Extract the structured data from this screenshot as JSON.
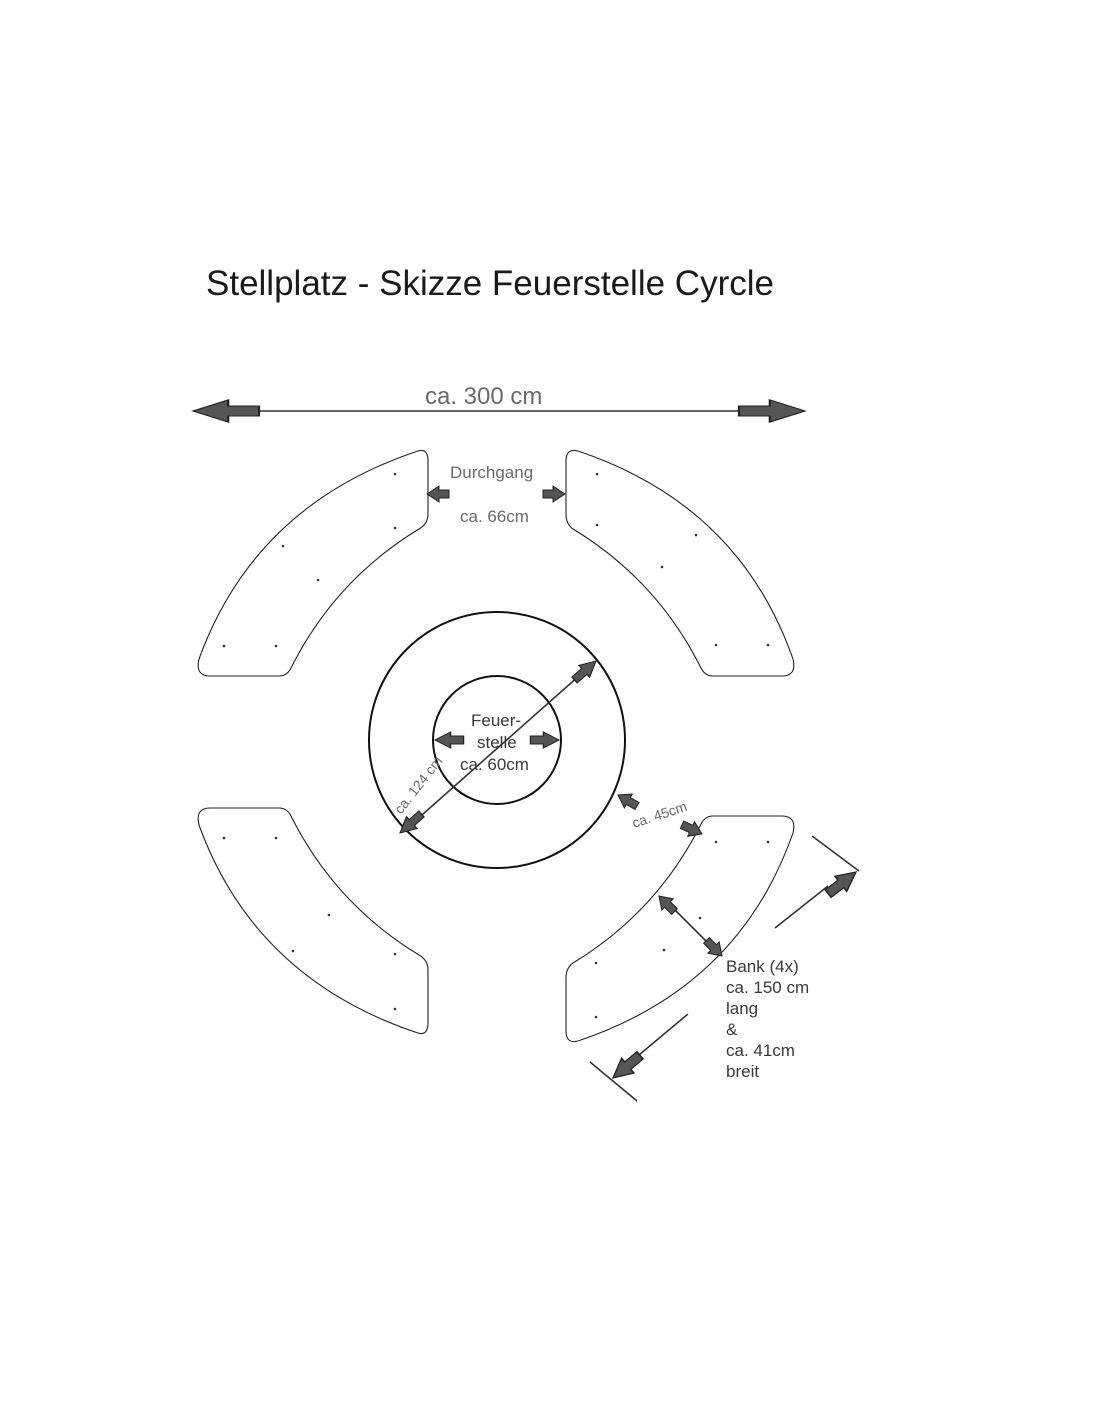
{
  "title": "Stellplatz - Skizze Feuerstelle Cyrcle",
  "labels": {
    "width": "ca. 300 cm",
    "passage_title": "Durchgang",
    "passage_size": "ca. 66cm",
    "fire_line1": "Feuer-",
    "fire_line2": "stelle",
    "fire_line3": "ca. 60cm",
    "outer_ring": "ca. 124 cm",
    "gap": "ca. 45cm",
    "bench_line1": "Bank (4x)",
    "bench_line2": "ca. 150 cm",
    "bench_line3": "lang",
    "bench_line4": "&",
    "bench_line5": "ca. 41cm",
    "bench_line6": "breit"
  },
  "colors": {
    "line": "#222222",
    "arrow_fill": "#555555",
    "label": "#6a6a6a"
  }
}
